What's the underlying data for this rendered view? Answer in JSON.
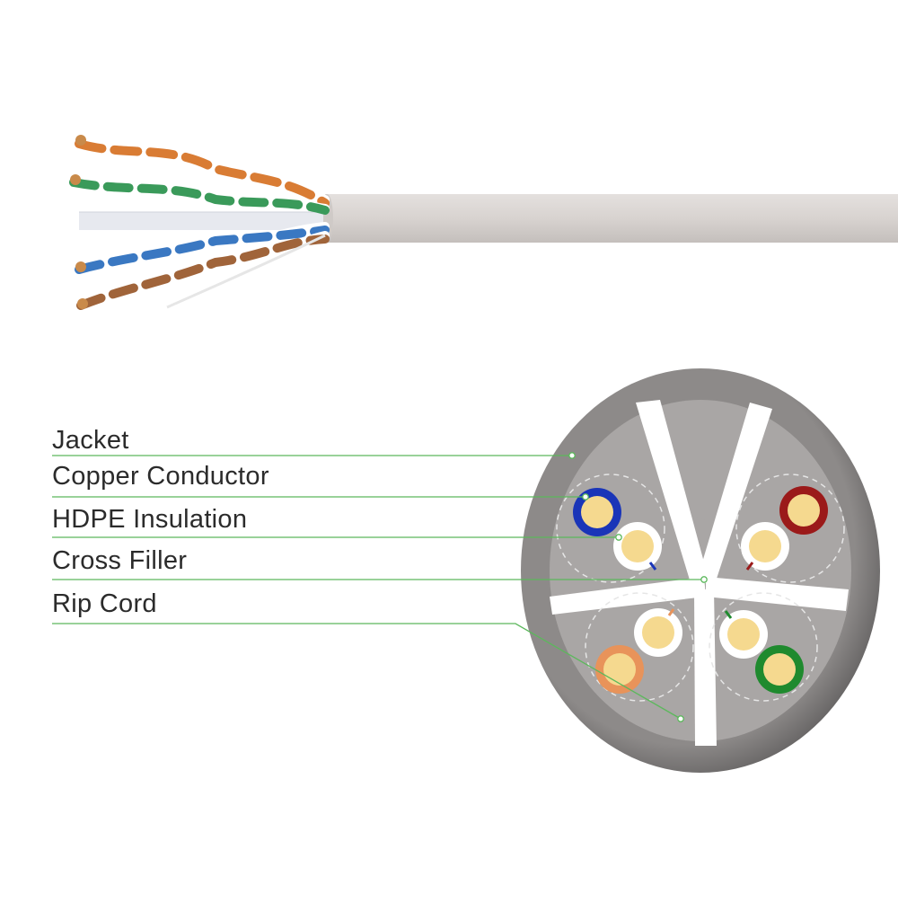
{
  "labels": [
    {
      "id": "jacket",
      "text": "Jacket"
    },
    {
      "id": "copper-conductor",
      "text": "Copper Conductor"
    },
    {
      "id": "hdpe-insulation",
      "text": "HDPE Insulation"
    },
    {
      "id": "cross-filler",
      "text": "Cross Filler"
    },
    {
      "id": "rip-cord",
      "text": "Rip Cord"
    }
  ],
  "colors": {
    "leader_line": "#5cb85c",
    "jacket": "#8a8786",
    "jacket_dark": "#5d5b5b",
    "cable_body": "#d9d4d1",
    "filler": "#ffffff",
    "copper": "#f5d98f",
    "pair_blue": "#1a35b8",
    "pair_red": "#9b1a1a",
    "pair_orange": "#e8935a",
    "pair_green": "#1f8a2e",
    "wire_orange": "#d97c34",
    "wire_green": "#3a9a5a",
    "wire_blue": "#3a78c2",
    "wire_brown": "#a0643a"
  }
}
